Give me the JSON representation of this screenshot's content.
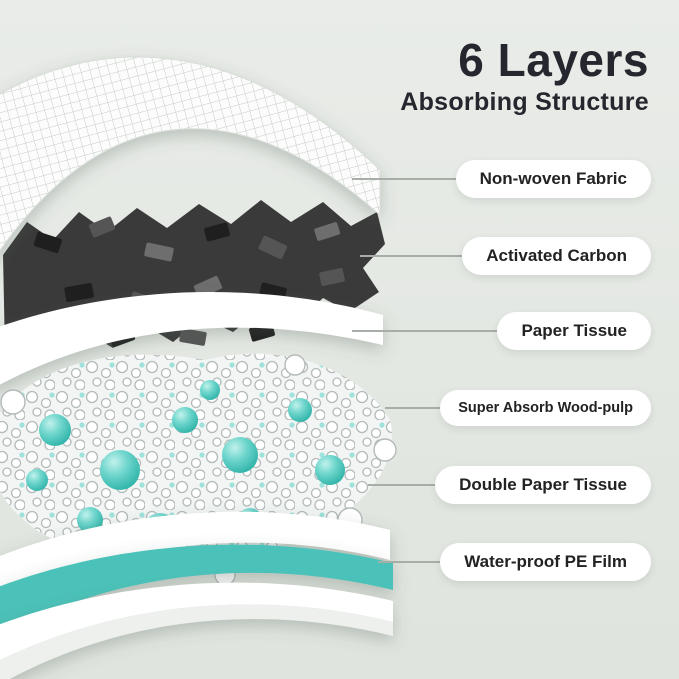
{
  "header": {
    "title": "6 Layers",
    "subtitle": "Absorbing Structure"
  },
  "labels": [
    {
      "text": "Non-woven Fabric"
    },
    {
      "text": "Activated Carbon"
    },
    {
      "text": "Paper Tissue"
    },
    {
      "text": "Super Absorb Wood-pulp"
    },
    {
      "text": "Double Paper Tissue"
    },
    {
      "text": "Water-proof PE Film"
    }
  ],
  "layer_art": [
    {
      "name": "non-woven-fabric-mesh"
    },
    {
      "name": "activated-carbon-chunks"
    },
    {
      "name": "paper-tissue-sheet"
    },
    {
      "name": "super-absorb-wood-pulp-beads"
    },
    {
      "name": "double-paper-tissue-sheet"
    },
    {
      "name": "water-proof-pe-film"
    }
  ],
  "colors": {
    "background_top": "#e9ece8",
    "background_bottom": "#dfe4de",
    "accent_teal": "#4cc2b9",
    "carbon_dark": "#3a3a3a",
    "title_text": "#26262e",
    "label_text": "#222222",
    "leader_line": "#a7ada7",
    "pill_background": "#ffffff"
  }
}
